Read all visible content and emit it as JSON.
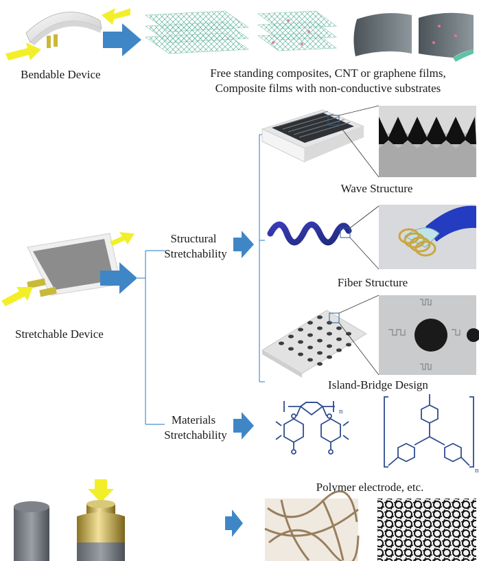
{
  "bendable": {
    "label": "Bendable Device",
    "description_line1": "Free standing composites, CNT or graphene films,",
    "description_line2": "Composite films with non-conductive substrates"
  },
  "stretchable": {
    "label": "Stretchable Device",
    "structural": {
      "line1": "Structural",
      "line2": "Stretchability"
    },
    "materials": {
      "line1": "Materials",
      "line2": "Stretchability"
    },
    "structures": [
      {
        "label": "Wave Structure"
      },
      {
        "label": "Fiber Structure"
      },
      {
        "label": "Island-Bridge Design"
      }
    ],
    "polymer_label": "Polymer electrode, etc.",
    "polymer_subscript": "n"
  },
  "colors": {
    "arrow_blue": "#3f86c6",
    "arrow_yellow": "#f2ef2a",
    "line_blue": "#4a8fd0",
    "polymer_blue": "#2e4c8f"
  }
}
